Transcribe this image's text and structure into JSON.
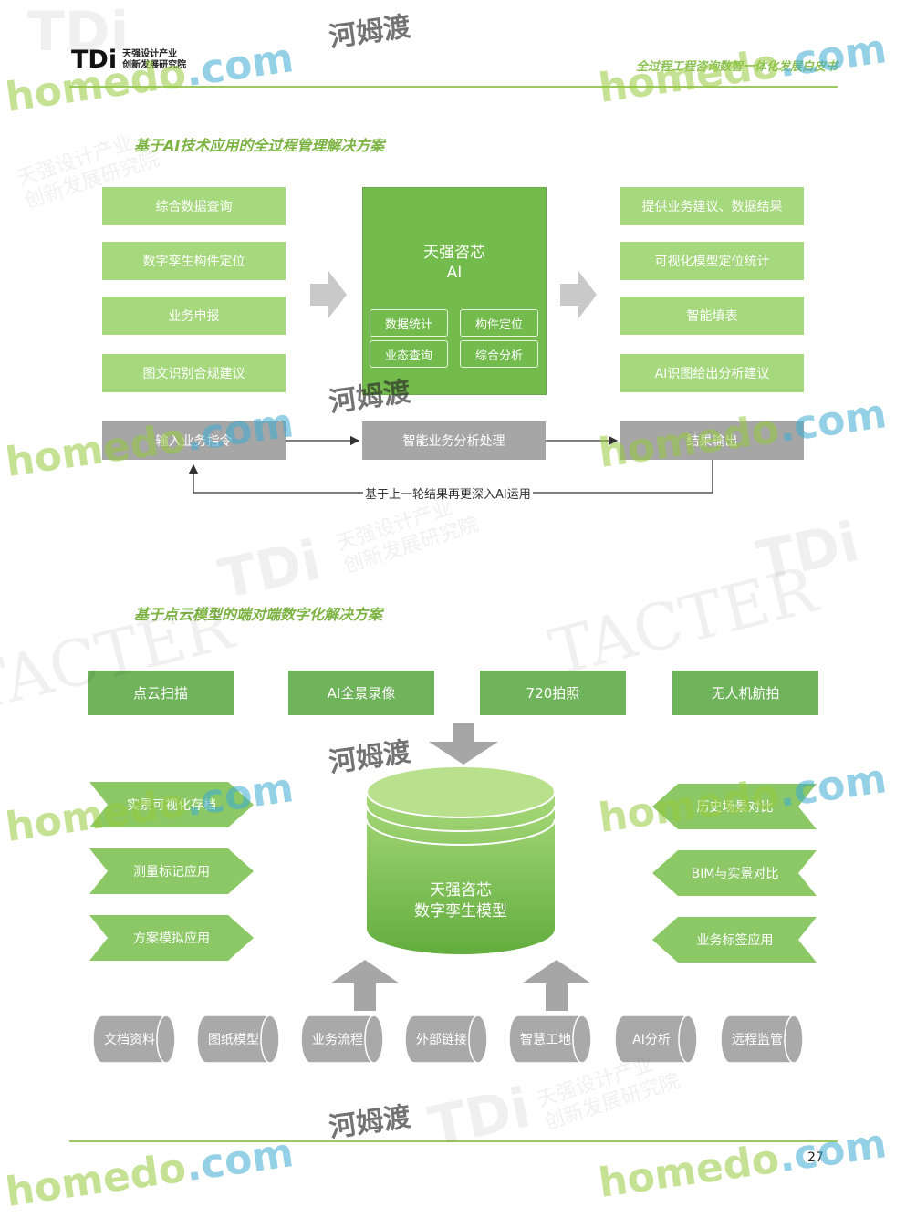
{
  "header": {
    "logo_mark": "TDi",
    "logo_line1": "天强设计产业",
    "logo_line2": "创新发展研究院",
    "doc_title": "全过程工程咨询数智一体化发展白皮书"
  },
  "section1": {
    "title": "基于AI技术应用的全过程管理解决方案",
    "inputs": [
      "综合数据查询",
      "数字孪生构件定位",
      "业务申报",
      "图文识别合规建议"
    ],
    "core_title_line1": "天强咨芯",
    "core_title_line2": "AI",
    "core_chips": [
      "数据统计",
      "构件定位",
      "业态查询",
      "综合分析"
    ],
    "outputs": [
      "提供业务建议、数据结果",
      "可视化模型定位统计",
      "智能填表",
      "AI识图给出分析建议"
    ],
    "flow": [
      "输入业务指令",
      "智能业务分析处理",
      "结果输出"
    ],
    "loop_label": "基于上一轮结果再更深入AI运用"
  },
  "section2": {
    "title": "基于点云模型的端对端数字化解决方案",
    "top_sources": [
      "点云扫描",
      "AI全景录像",
      "720拍照",
      "无人机航拍"
    ],
    "core_line1": "天强咨芯",
    "core_line2": "数字孪生模型",
    "left_apps": [
      "实景可视化存档",
      "测量标记应用",
      "方案模拟应用"
    ],
    "right_apps": [
      "历史场景对比",
      "BIM与实景对比",
      "业务标签应用"
    ],
    "bottom_inputs": [
      "文档资料",
      "图纸模型",
      "业务流程",
      "外部链接",
      "智慧工地",
      "AI分析",
      "远程监管"
    ]
  },
  "footer": {
    "page_number": "27"
  },
  "watermark": {
    "homedo_green": "home",
    "homedo_do": "do",
    "homedo_com": ".com",
    "hemudu": "河姆渡",
    "tdi": "TDi",
    "tacter": "TACTER",
    "cn_line1": "天强设计产业",
    "cn_line2": "创新发展研究院"
  },
  "colors": {
    "light_green": "#a6d97d",
    "mid_green": "#73bb4c",
    "dark_green": "#6fb35a",
    "gray": "#a6a6a6",
    "title_green": "#7cb342"
  }
}
